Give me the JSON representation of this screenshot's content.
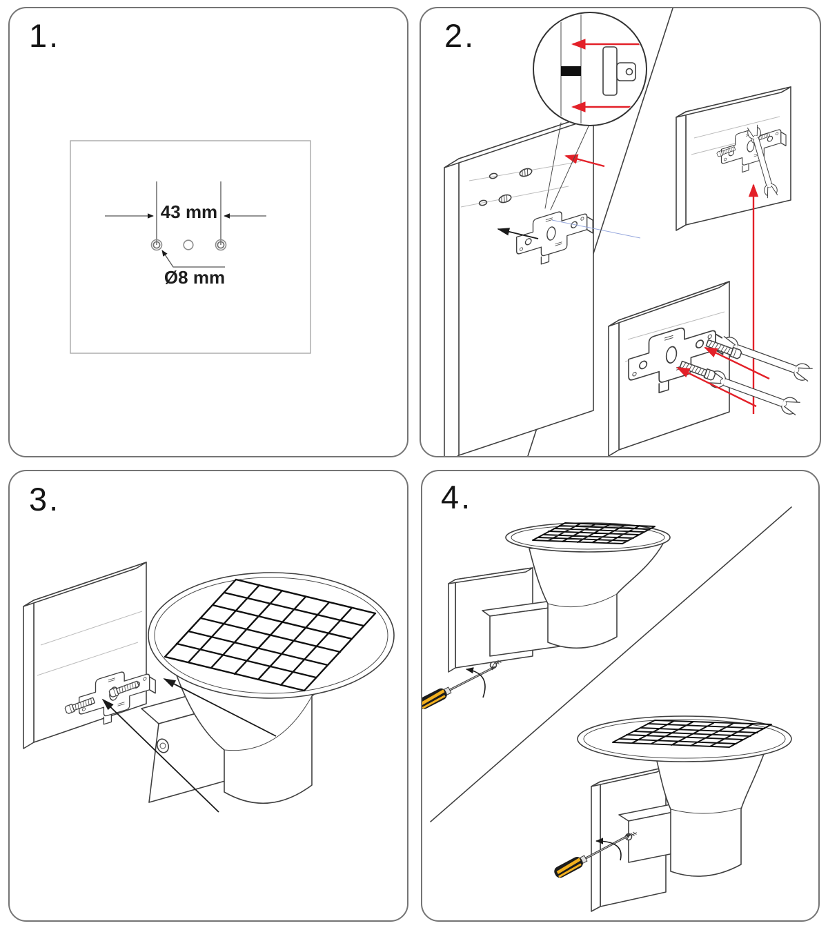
{
  "document": {
    "type": "installation-instruction-sheet",
    "product": "wall-mounted solar lamp",
    "background": "#ffffff"
  },
  "colors": {
    "line_art": "#404040",
    "panel_border": "#747474",
    "accent_red_arrow": "#e32028",
    "screwdriver_yellow": "#f2b01e",
    "guide_gray": "#bcbcbc",
    "guide_blue": "#96a7dd",
    "solar_grid_black": "#101010",
    "text": "#1d1d1d"
  },
  "panels": [
    {
      "id": "step-1",
      "label": "1.",
      "figure": "drilling-template-with-three-holes",
      "annotations": {
        "hole_spacing": "43 mm",
        "hole_diameter": "Ø8 mm"
      }
    },
    {
      "id": "step-2",
      "label": "2.",
      "figure": "insert-anchors-and-fix-bracket-to-wall-with-bolts-and-wrench",
      "annotations": {}
    },
    {
      "id": "step-3",
      "label": "3.",
      "figure": "slide-lamp-body-onto-mounted-bracket",
      "annotations": {}
    },
    {
      "id": "step-4",
      "label": "4.",
      "figure": "tighten-locking-screw-with-screwdriver",
      "annotations": {}
    }
  ]
}
